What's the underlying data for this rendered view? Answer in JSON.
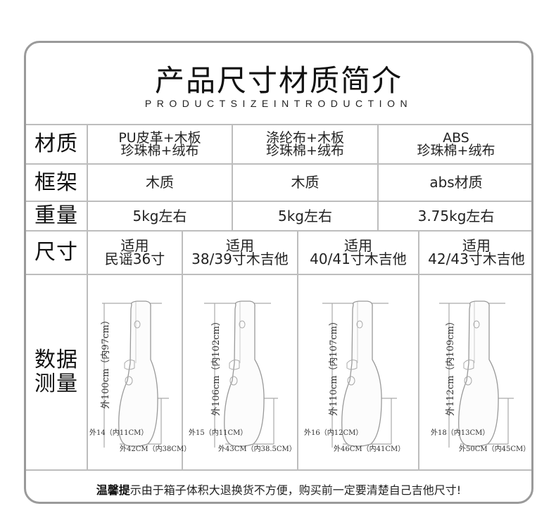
{
  "header": {
    "title": "产品尺寸材质简介",
    "subtitle": "PRODUCTSIZEINTRODUCTION"
  },
  "rows": {
    "material": {
      "label": "材质",
      "values": [
        {
          "line1": "PU皮革+木板",
          "line2": "珍珠棉+绒布"
        },
        {
          "line1": "涤纶布+木板",
          "line2": "珍珠棉+绒布"
        },
        {
          "line1": "ABS",
          "line2": "珍珠棉+绒布"
        }
      ]
    },
    "frame": {
      "label": "框架",
      "values": [
        "木质",
        "木质",
        "abs材质"
      ]
    },
    "weight": {
      "label": "重量",
      "values": [
        "5kg左右",
        "5kg左右",
        "3.75kg左右"
      ]
    },
    "size": {
      "label": "尺寸",
      "values": [
        {
          "line1": "适用",
          "line2": "民谣36寸"
        },
        {
          "line1": "适用",
          "line2": "38/39寸木吉他"
        },
        {
          "line1": "适用",
          "line2": "40/41寸木吉他"
        },
        {
          "line1": "适用",
          "line2": "42/43寸木吉他"
        }
      ]
    },
    "measure": {
      "label_line1": "数据",
      "label_line2": "测量",
      "cases": [
        {
          "height": "外100cm（内97cm）",
          "depth": "外14（内11CM）",
          "width": "外42CM（内38CM）"
        },
        {
          "height": "外106cm（内102cm）",
          "depth": "外15（内11CM）",
          "width": "外43CM（内38.5CM）"
        },
        {
          "height": "外110cm（内107cm）",
          "depth": "外16（内12CM）",
          "width": "外46CM（内41CM）"
        },
        {
          "height": "外112cm（内109cm）",
          "depth": "外18（内13CM）",
          "width": "外50CM（内45CM）"
        }
      ]
    }
  },
  "footer": {
    "bold": "温馨提",
    "text": "示由于箱子体积大退换货不方便，购买前一定要清楚自己吉他尺寸!"
  },
  "colors": {
    "border": "#9a9a9a",
    "grid": "#bdbdbd",
    "text": "#111111"
  }
}
